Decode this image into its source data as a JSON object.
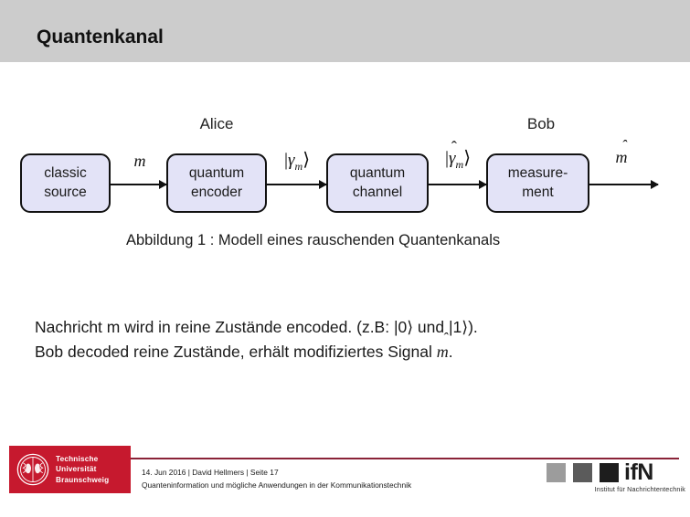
{
  "header": {
    "title": "Quantenkanal",
    "band_color": "#cccccc"
  },
  "diagram": {
    "party_labels": {
      "alice": "Alice",
      "bob": "Bob"
    },
    "node_fill": "#e3e3f7",
    "node_border": "#111111",
    "nodes": [
      {
        "id": "classic-source",
        "line1": "classic",
        "line2": "source"
      },
      {
        "id": "quantum-encoder",
        "line1": "quantum",
        "line2": "encoder"
      },
      {
        "id": "quantum-channel",
        "line1": "quantum",
        "line2": "channel"
      },
      {
        "id": "measurement",
        "line1": "measure-",
        "line2": "ment"
      }
    ],
    "edge_labels": [
      {
        "id": "m",
        "text": "m"
      },
      {
        "id": "gamma-m",
        "text": "|γm⟩"
      },
      {
        "id": "gamma-m-hat",
        "text": "|γ̂m⟩"
      },
      {
        "id": "m-hat",
        "text": "m̂"
      }
    ],
    "caption": "Abbildung 1 :  Modell eines rauschenden Quantenkanals"
  },
  "body": {
    "line1": "Nachricht m wird in reine Zustände encoded. (z.B: |0⟩ und |1⟩).",
    "line2_pre": "Bob decoded reine Zustände, erhält modifiziertes Signal ",
    "line2_symbol": "m̂",
    "line2_post": "."
  },
  "footer": {
    "tu_logo": {
      "line1": "Technische",
      "line2": "Universität",
      "line3": "Braunschweig",
      "color": "#c6192e",
      "icon": "tu-seal-icon"
    },
    "rule_color": "#8a2338",
    "meta_line1": "14. Jun 2016 | David Hellmers | Seite 17",
    "meta_line2": "Quanteninformation und mögliche Anwendungen in der Kommunikationstechnik",
    "ifn_logo": {
      "word": "ifN",
      "subtitle": "Institut für Nachrichtentechnik",
      "square_colors": [
        "#9c9c9c",
        "#5b5b5b",
        "#1d1d1d"
      ]
    }
  }
}
